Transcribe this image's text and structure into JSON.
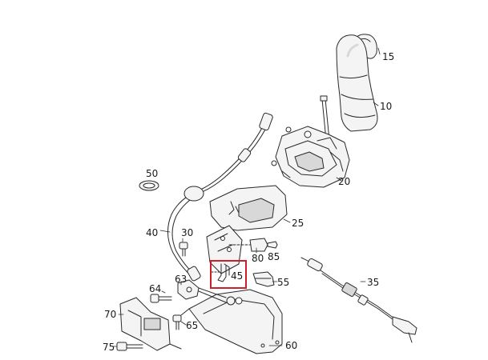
{
  "colors": {
    "line": "#2a2a2a",
    "fill": "#f4f4f4",
    "shade": "#d8d8d8",
    "highlight": "#cc1f2a"
  },
  "selected_part": "45",
  "labels": {
    "p15": "15",
    "p10": "10",
    "p20": "20",
    "p50": "50",
    "p25": "25",
    "p40": "40",
    "p30": "30",
    "p80": "80",
    "p85": "85",
    "p45": "45",
    "p55": "55",
    "p35": "35",
    "p63": "63",
    "p64": "64",
    "p70": "70",
    "p65": "65",
    "p75": "75",
    "p60": "60"
  }
}
